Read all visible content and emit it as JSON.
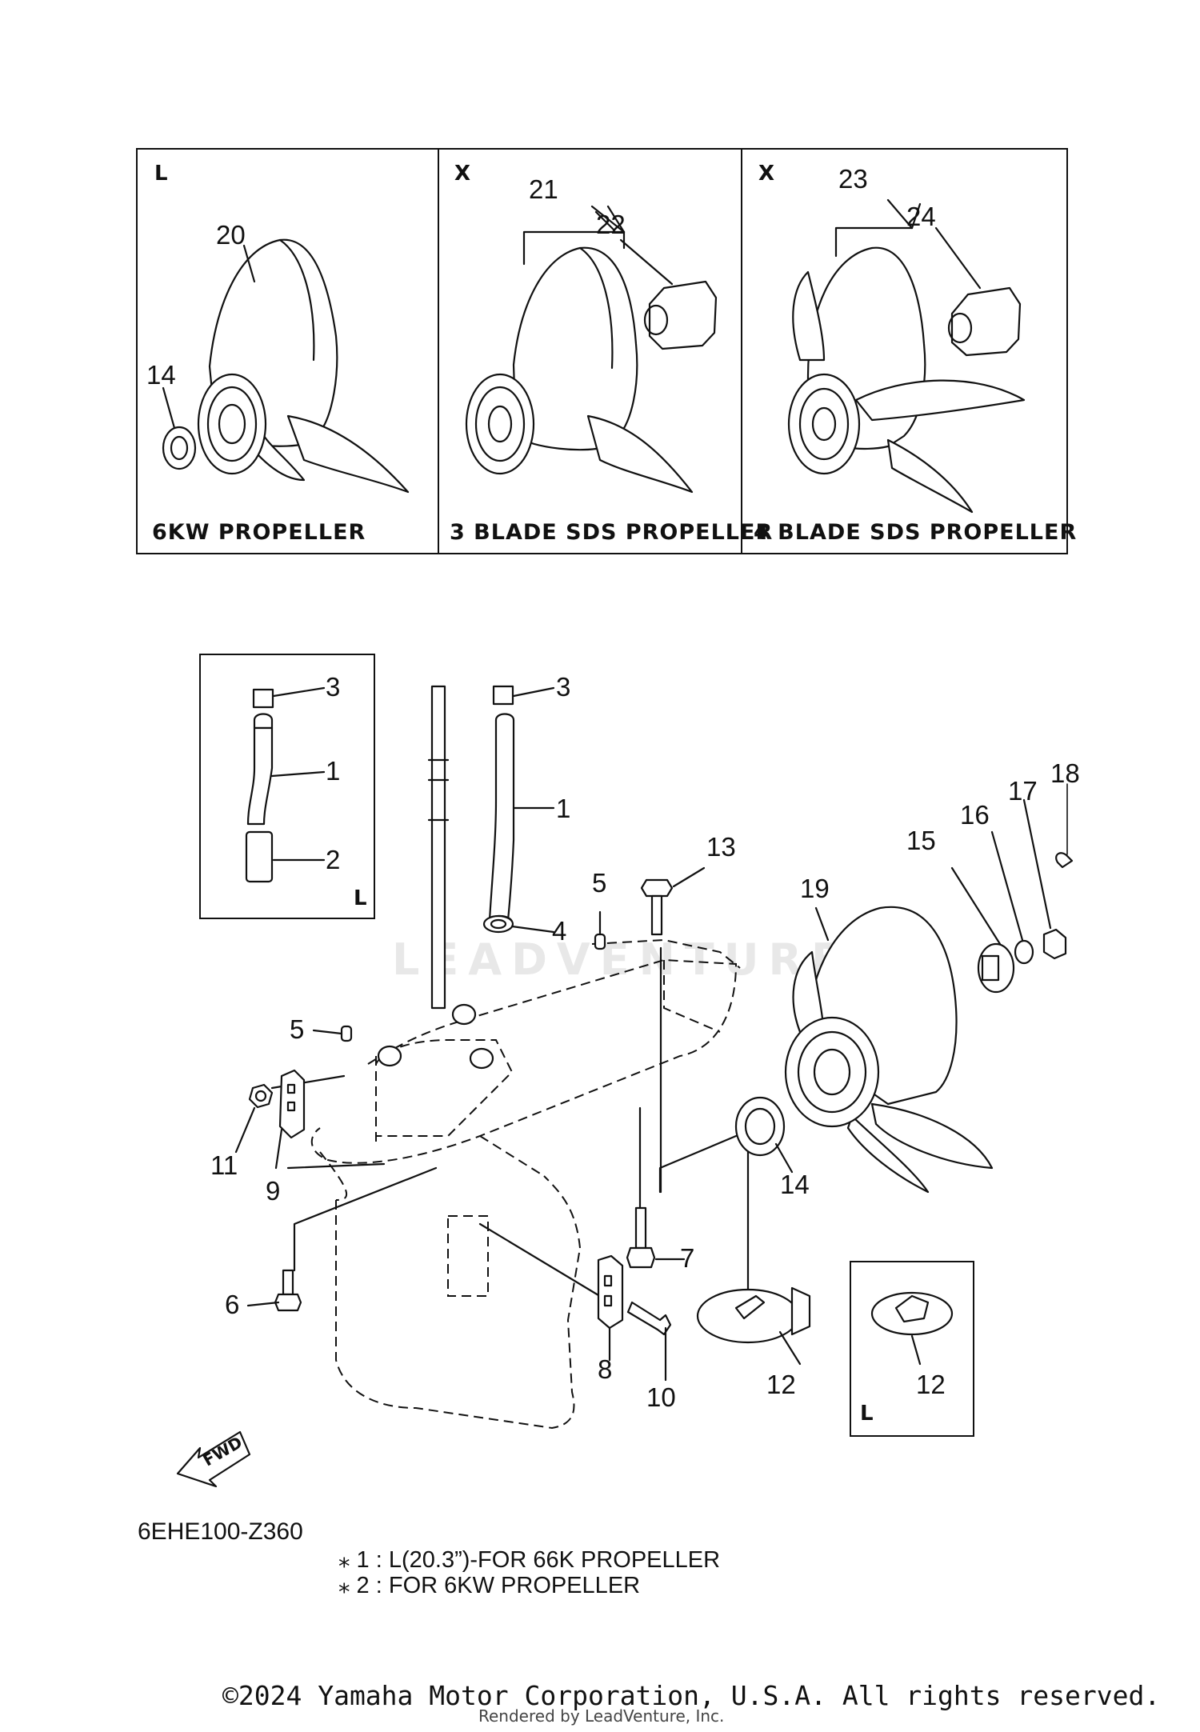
{
  "panels": [
    {
      "corner": "L",
      "title": "6KW PROPELLER",
      "callouts": [
        "20",
        "14"
      ]
    },
    {
      "corner": "X",
      "title": "3 BLADE SDS PROPELLER",
      "callouts": [
        "21",
        "22"
      ]
    },
    {
      "corner": "X",
      "title": "4 BLADE SDS PROPELLER",
      "callouts": [
        "23",
        "24"
      ]
    }
  ],
  "inset_hose": {
    "corner": "L",
    "callouts": [
      "3",
      "1",
      "2"
    ]
  },
  "inset_anode": {
    "corner": "L",
    "callouts": [
      "12"
    ]
  },
  "main_callouts": [
    "3",
    "1",
    "4",
    "5",
    "5",
    "13",
    "19",
    "15",
    "16",
    "17",
    "18",
    "11",
    "9",
    "14",
    "7",
    "6",
    "8",
    "10",
    "12"
  ],
  "fwd_label": "FWD",
  "diagram_code": "6EHE100-Z360",
  "notes": [
    "⁎ 1 : L(20.3”)-FOR 66K PROPELLER",
    "⁎ 2 : FOR 6KW PROPELLER"
  ],
  "watermark": "LEADVENTURE",
  "copyright": "©2024 Yamaha Motor Corporation, U.S.A. All rights reserved.",
  "rendered_by": "Rendered by LeadVenture, Inc."
}
